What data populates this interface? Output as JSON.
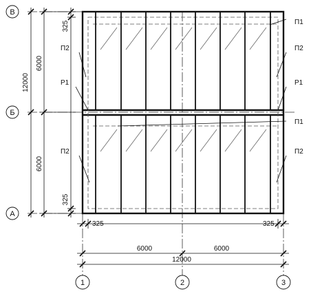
{
  "drawing": {
    "axes": {
      "rows": [
        "В",
        "Б",
        "А"
      ],
      "cols": [
        "1",
        "2",
        "3"
      ]
    },
    "left_dims": {
      "total": "12000",
      "upper": "6000",
      "lower": "6000",
      "top_offset": "325",
      "bottom_offset": "325"
    },
    "bottom_dims": {
      "left_offset": "325",
      "right_offset": "325",
      "left_span": "6000",
      "right_span": "6000",
      "total": "12000"
    },
    "labels": {
      "p1_top": "П1",
      "p1_mid": "П1",
      "p2_left_top": "П2",
      "p2_right_top": "П2",
      "r1_left": "Р1",
      "r1_right": "Р1",
      "p2_left_bottom": "П2",
      "p2_right_bottom": "П2"
    }
  }
}
